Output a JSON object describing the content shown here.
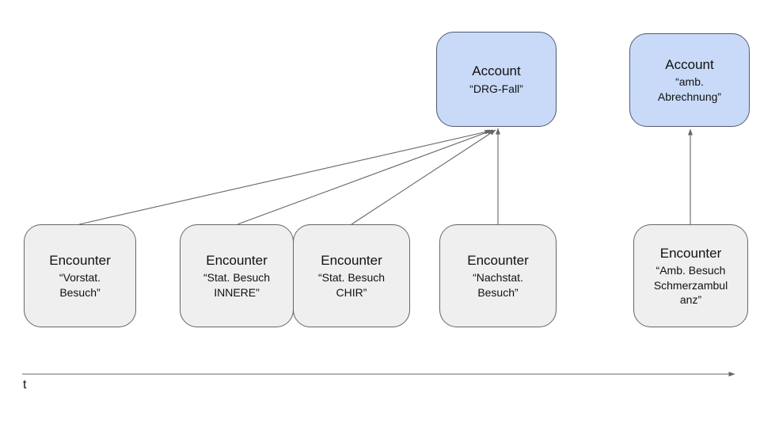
{
  "diagram": {
    "colors": {
      "account_fill": "#c9daf8",
      "account_border": "#515b6e",
      "encounter_fill": "#efefef",
      "encounter_border": "#666666",
      "arrow": "#666666",
      "text": "#111111"
    },
    "accounts": [
      {
        "type": "Account",
        "name": "“DRG-Fall”"
      },
      {
        "type": "Account",
        "name": "“amb. Abrechnung”"
      }
    ],
    "encounters": [
      {
        "type": "Encounter",
        "name": "“Vorstat. Besuch”"
      },
      {
        "type": "Encounter",
        "name": "“Stat. Besuch INNERE”"
      },
      {
        "type": "Encounter",
        "name": "“Stat. Besuch CHIR”"
      },
      {
        "type": "Encounter",
        "name": "“Nachstat. Besuch”"
      },
      {
        "type": "Encounter",
        "name": "“Amb. Besuch Schmerzambulanz”"
      }
    ],
    "timeline": {
      "label": "t"
    }
  }
}
